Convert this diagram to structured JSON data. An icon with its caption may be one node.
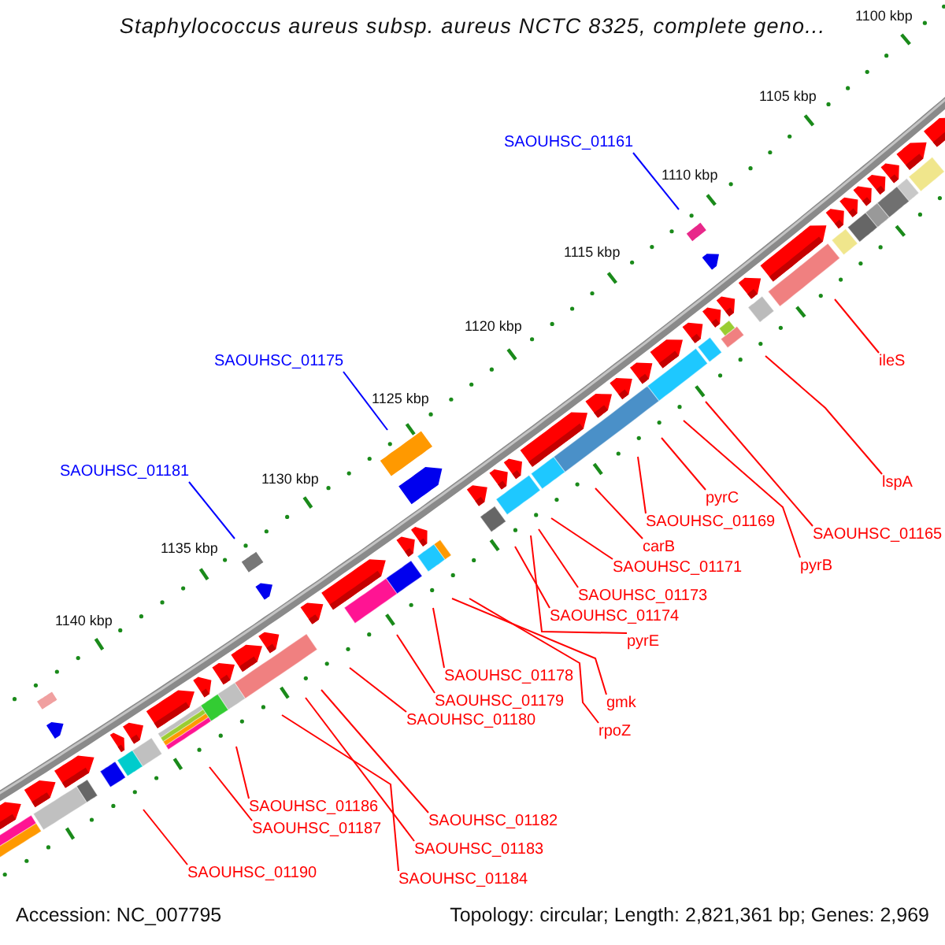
{
  "diagram": {
    "title": "Staphylococcus aureus subsp. aureus NCTC 8325, complete geno...",
    "nodes": [
      {
        "text": [
          "SAOUHSC_01161"
        ]
      },
      {
        "text": [
          "ileS"
        ]
      },
      {
        "text": [
          "SAOUHSC_01175"
        ]
      },
      {
        "text": [
          "SAOUHSC_01181"
        ]
      },
      {
        "text": [
          "lspA"
        ]
      },
      {
        "text": [
          "pyrC"
        ]
      },
      {
        "text": [
          "SAOUHSC_01169"
        ]
      },
      {
        "text": [
          "SAOUHSC_01165"
        ]
      },
      {
        "text": [
          "carB"
        ]
      },
      {
        "text": [
          "pyrB"
        ]
      },
      {
        "text": [
          "SAOUHSC_01171"
        ]
      },
      {
        "text": [
          "SAOUHSC_01173"
        ]
      },
      {
        "text": [
          "SAOUHSC_01174"
        ]
      },
      {
        "text": [
          "pyrE"
        ]
      },
      {
        "text": [
          "SAOUHSC_01178"
        ]
      },
      {
        "text": [
          "SAOUHSC_01179"
        ]
      },
      {
        "text": [
          "gmk"
        ]
      },
      {
        "text": [
          "SAOUHSC_01180"
        ]
      },
      {
        "text": [
          "rpoZ"
        ]
      },
      {
        "text": [
          "SAOUHSC_01186"
        ]
      },
      {
        "text": [
          "SAOUHSC_01182"
        ]
      },
      {
        "text": [
          "SAOUHSC_01187"
        ]
      },
      {
        "text": [
          "SAOUHSC_01183"
        ]
      },
      {
        "text": [
          "SAOUHSC_01190"
        ]
      },
      {
        "text": [
          "SAOUHSC_01184"
        ]
      }
    ],
    "edges": [
      {
        "from": 0,
        "to": null,
        "arrow": "none",
        "color": "#0000ff"
      },
      {
        "from": 1,
        "to": null,
        "arrow": "none"
      },
      {
        "from": 2,
        "to": null,
        "arrow": "none",
        "color": "#0000ff"
      },
      {
        "from": 3,
        "to": null,
        "arrow": "none",
        "color": "#0000ff"
      },
      {
        "from": 4,
        "to": null,
        "arrow": "none"
      },
      {
        "from": 5,
        "to": null,
        "arrow": "none"
      },
      {
        "from": 6,
        "to": null,
        "arrow": "none"
      },
      {
        "from": 7,
        "to": null,
        "arrow": "none"
      },
      {
        "from": 8,
        "to": null,
        "arrow": "none"
      },
      {
        "from": 9,
        "to": null,
        "arrow": "none"
      },
      {
        "from": 10,
        "to": null,
        "arrow": "none"
      },
      {
        "from": 11,
        "to": null,
        "arrow": "none"
      },
      {
        "from": 12,
        "to": null,
        "arrow": "none"
      },
      {
        "from": 13,
        "to": null,
        "arrow": "none"
      },
      {
        "from": 14,
        "to": null,
        "arrow": "none"
      },
      {
        "from": 15,
        "to": null,
        "arrow": "none"
      },
      {
        "from": 16,
        "to": null,
        "arrow": "none"
      },
      {
        "from": 17,
        "to": null,
        "arrow": "none"
      },
      {
        "from": 18,
        "to": null,
        "arrow": "none"
      },
      {
        "from": 19,
        "to": null,
        "arrow": "none"
      },
      {
        "from": 20,
        "to": null,
        "arrow": "none"
      },
      {
        "from": 21,
        "to": null,
        "arrow": "none"
      },
      {
        "from": 22,
        "to": null,
        "arrow": "none"
      },
      {
        "from": 23,
        "to": null,
        "arrow": "none"
      },
      {
        "from": 24,
        "to": null,
        "arrow": "none"
      }
    ],
    "labels": [
      "1100 kbp",
      "1105 kbp",
      "1110 kbp",
      "1115 kbp",
      "1120 kbp",
      "1125 kbp",
      "1130 kbp",
      "1135 kbp",
      "1140 kbp",
      "Accession: NC_007795",
      "Topology: circular; Length: 2,821,361 bp; Genes: 2,969"
    ]
  }
}
